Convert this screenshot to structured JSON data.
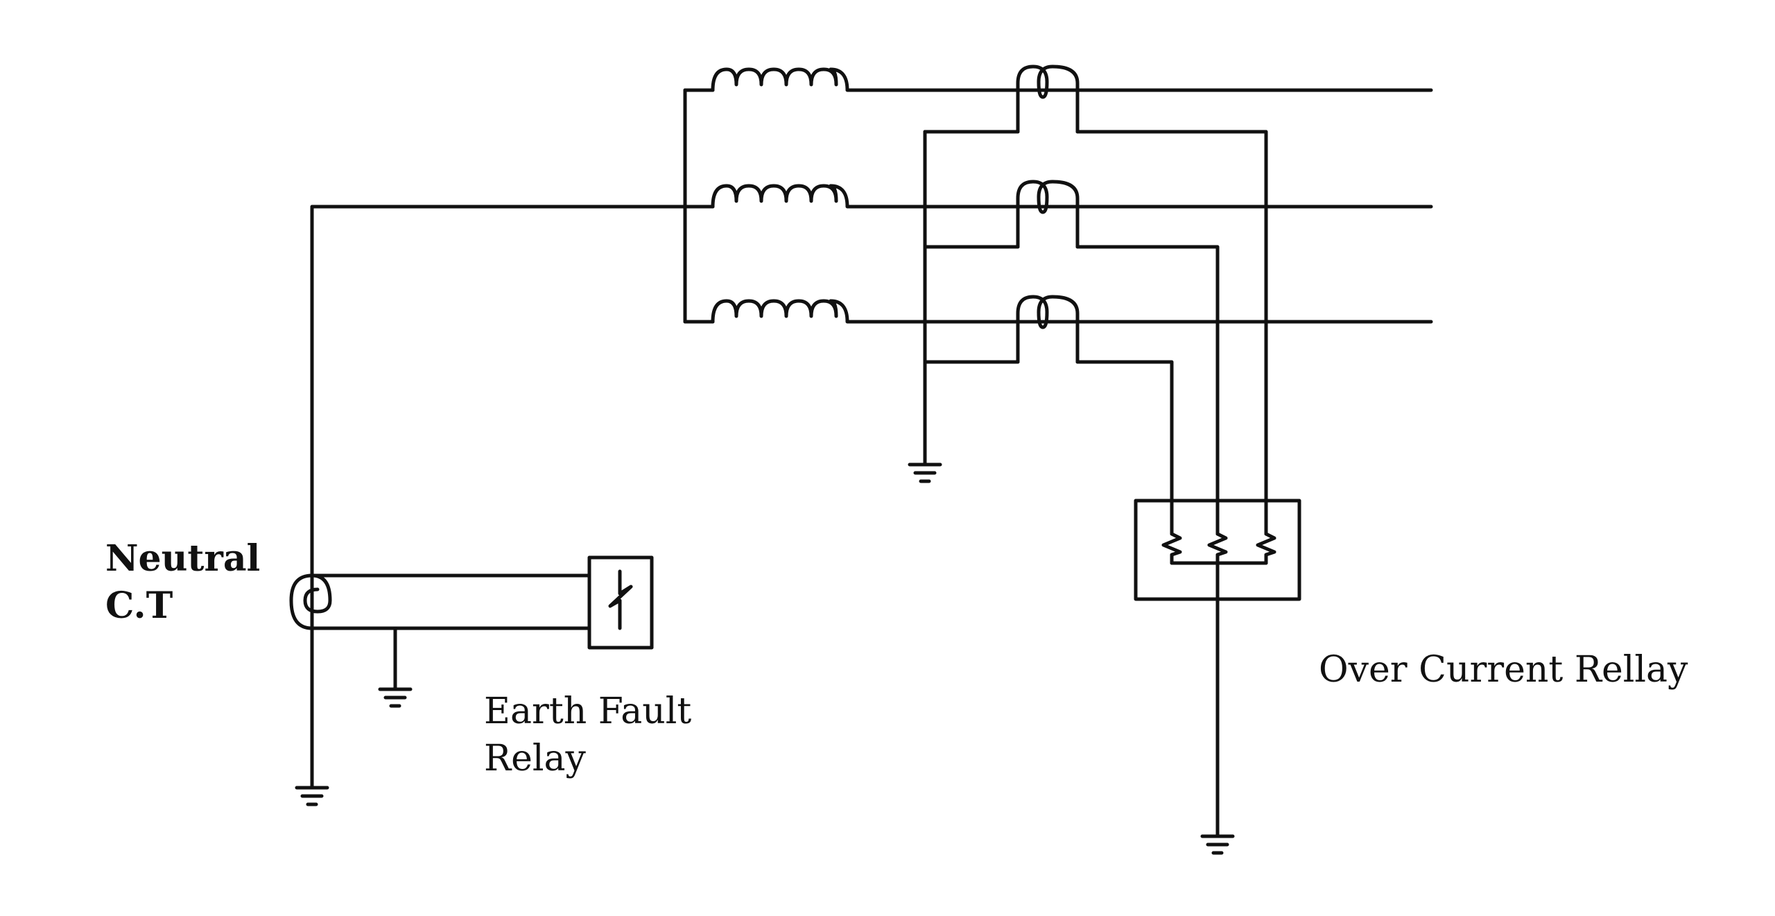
{
  "labels": {
    "neutral_ct_line1": "Neutral",
    "neutral_ct_line2": "C.T",
    "earth_fault_line1": "Earth Fault",
    "earth_fault_line2": "Relay",
    "over_current": "Over Current Rellay"
  },
  "colors": {
    "line": "#111111",
    "background": "#ffffff"
  }
}
